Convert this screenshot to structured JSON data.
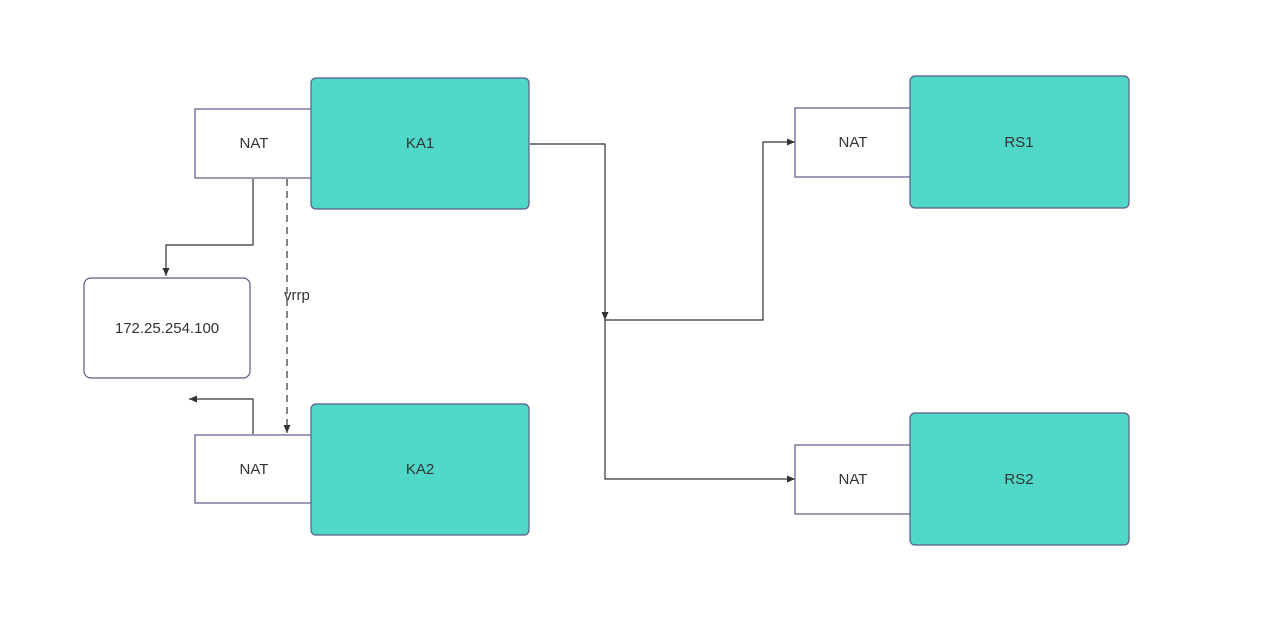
{
  "diagram": {
    "colors": {
      "server_fill": "#4fd8c8",
      "box_border": "#5b5b8a",
      "line": "#333333",
      "background": "#ffffff"
    },
    "nodes": {
      "ka1": {
        "label": "KA1"
      },
      "ka2": {
        "label": "KA2"
      },
      "rs1": {
        "label": "RS1"
      },
      "rs2": {
        "label": "RS2"
      },
      "ka1_nat": {
        "label": "NAT"
      },
      "ka2_nat": {
        "label": "NAT"
      },
      "rs1_nat": {
        "label": "NAT"
      },
      "rs2_nat": {
        "label": "NAT"
      },
      "vip": {
        "label": "172.25.254.100"
      }
    },
    "edges": {
      "vrrp": {
        "label": "vrrp"
      }
    }
  }
}
